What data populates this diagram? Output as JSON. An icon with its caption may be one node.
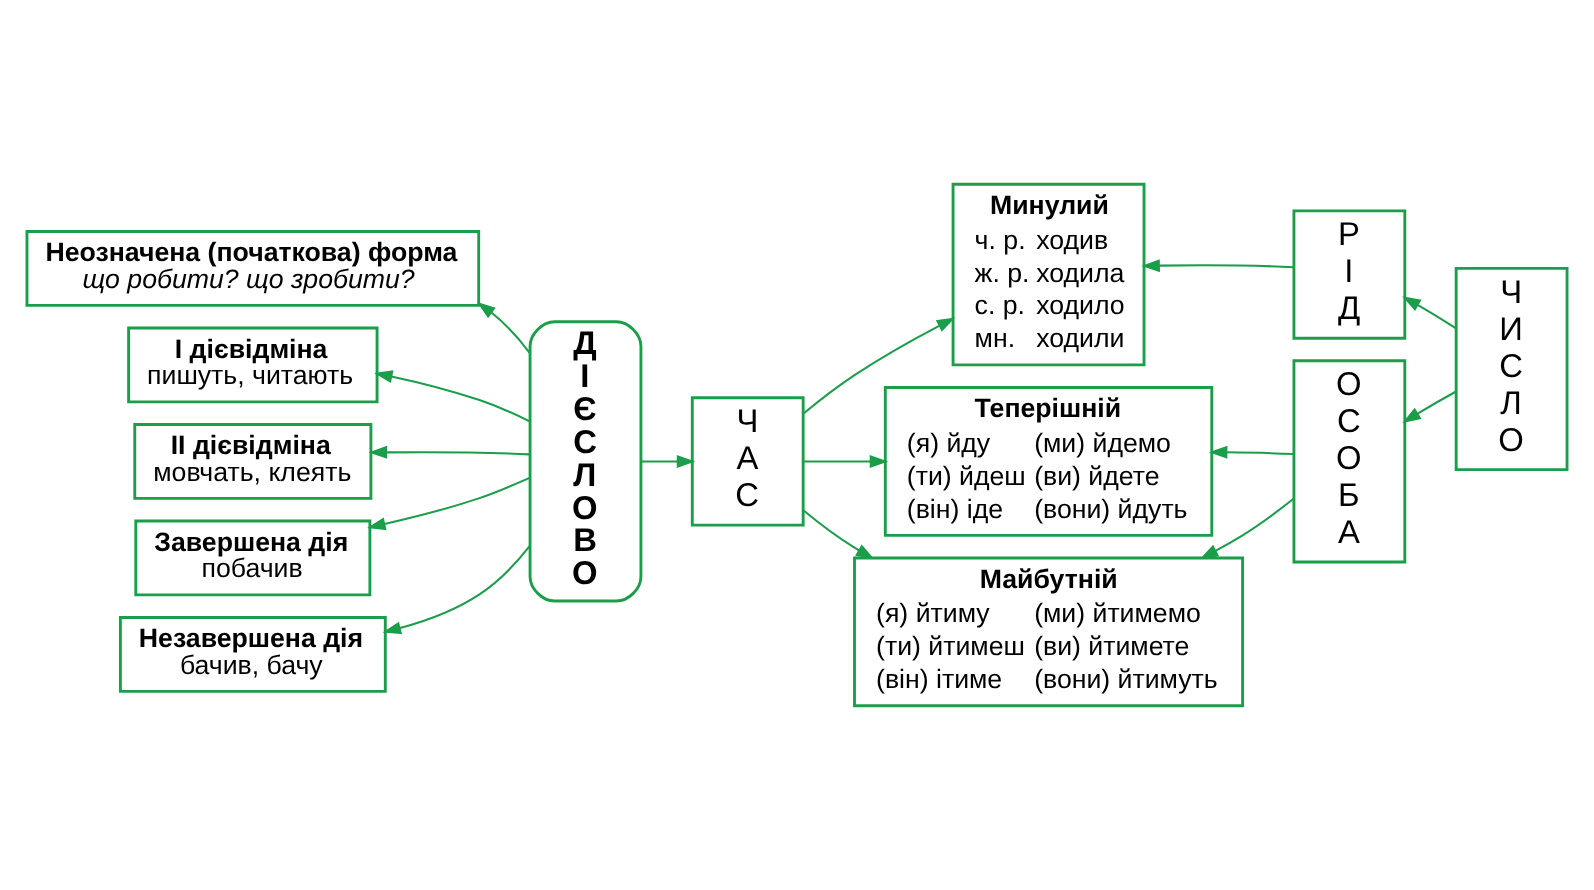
{
  "diagram": {
    "nodes": [
      {
        "text": [
          "Неозначена (початкова) форма",
          "що робити? що зробити?"
        ]
      },
      {
        "text": [
          "І дієвідміна",
          "пишуть, читають"
        ]
      },
      {
        "text": [
          "ІІ дієвідміна",
          "мовчать, клеять"
        ]
      },
      {
        "text": [
          "Завершена дія",
          "побачив"
        ]
      },
      {
        "text": [
          "Незавершена дія",
          "бачив, бачу"
        ]
      },
      {
        "text": [
          "ДІЄСЛОВО"
        ]
      },
      {
        "text": [
          "ЧАС"
        ]
      },
      {
        "text": [
          "Минулий",
          "ч. р.",
          "ходив",
          "ж. р.",
          "ходила",
          "с. р.",
          "ходило",
          "мн.",
          "ходили"
        ]
      },
      {
        "text": [
          "Теперішній",
          "(я) йду",
          "(ми) йдемо",
          "(ти) йдеш",
          "(ви) йдете",
          "(він) іде",
          "(вони) йдуть"
        ]
      },
      {
        "text": [
          "Майбутній",
          "(я) йтиму",
          "(ми) йтимемо",
          "(ти) йтимеш",
          "(ви) йтимете",
          "(він) ітиме",
          "(вони) йтимуть"
        ]
      },
      {
        "text": [
          "РІД"
        ]
      },
      {
        "text": [
          "ЧИСЛО"
        ]
      },
      {
        "text": [
          "ОСОБА"
        ]
      }
    ],
    "edges": [
      {
        "from": 5,
        "to": 0,
        "arrow": "to"
      },
      {
        "from": 5,
        "to": 1,
        "arrow": "to"
      },
      {
        "from": 5,
        "to": 2,
        "arrow": "to"
      },
      {
        "from": 5,
        "to": 3,
        "arrow": "to"
      },
      {
        "from": 5,
        "to": 4,
        "arrow": "to"
      },
      {
        "from": 5,
        "to": 6,
        "arrow": "to"
      },
      {
        "from": 6,
        "to": 7,
        "arrow": "to"
      },
      {
        "from": 6,
        "to": 8,
        "arrow": "to"
      },
      {
        "from": 6,
        "to": 9,
        "arrow": "to"
      },
      {
        "from": 10,
        "to": 7,
        "arrow": "to"
      },
      {
        "from": 11,
        "to": 10,
        "arrow": "to"
      },
      {
        "from": 11,
        "to": 12,
        "arrow": "to"
      },
      {
        "from": 12,
        "to": 8,
        "arrow": "to"
      },
      {
        "from": 12,
        "to": 9,
        "arrow": "to"
      }
    ]
  }
}
